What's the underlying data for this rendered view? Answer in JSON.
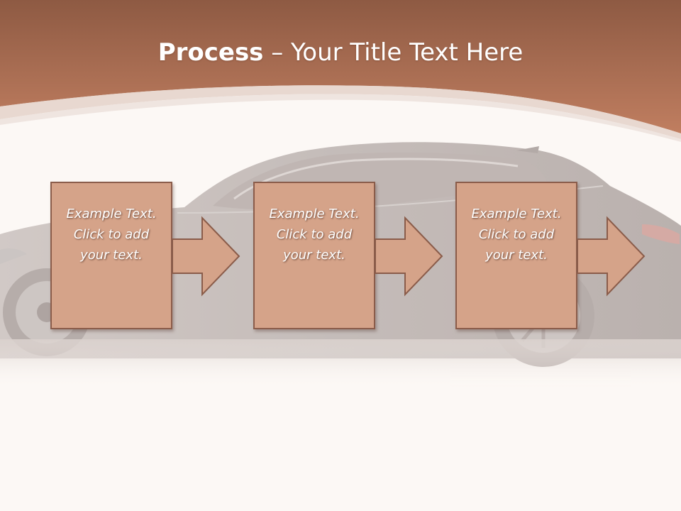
{
  "slide": {
    "title_bold": "Process",
    "title_rest": " – Your Title Text Here"
  },
  "steps": [
    {
      "line1": "Example Text.",
      "line2": "Click  to add",
      "line3": "your text."
    },
    {
      "line1": "Example Text.",
      "line2": "Click  to add",
      "line3": "your text."
    },
    {
      "line1": "Example Text.",
      "line2": "Click  to add",
      "line3": "your text."
    }
  ],
  "colors": {
    "header": "#a86a4f",
    "box_fill": "#d5a389",
    "box_border": "#8a5c4a",
    "background": "#fcf8f5"
  },
  "icons": [
    "right-arrow-icon"
  ]
}
